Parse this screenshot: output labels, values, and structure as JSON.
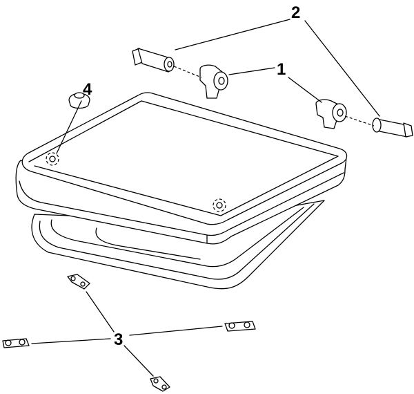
{
  "callouts": {
    "hinge_pin": "2",
    "hinge_bracket": "1",
    "base_plate": "3",
    "buffer_cap": "4"
  }
}
